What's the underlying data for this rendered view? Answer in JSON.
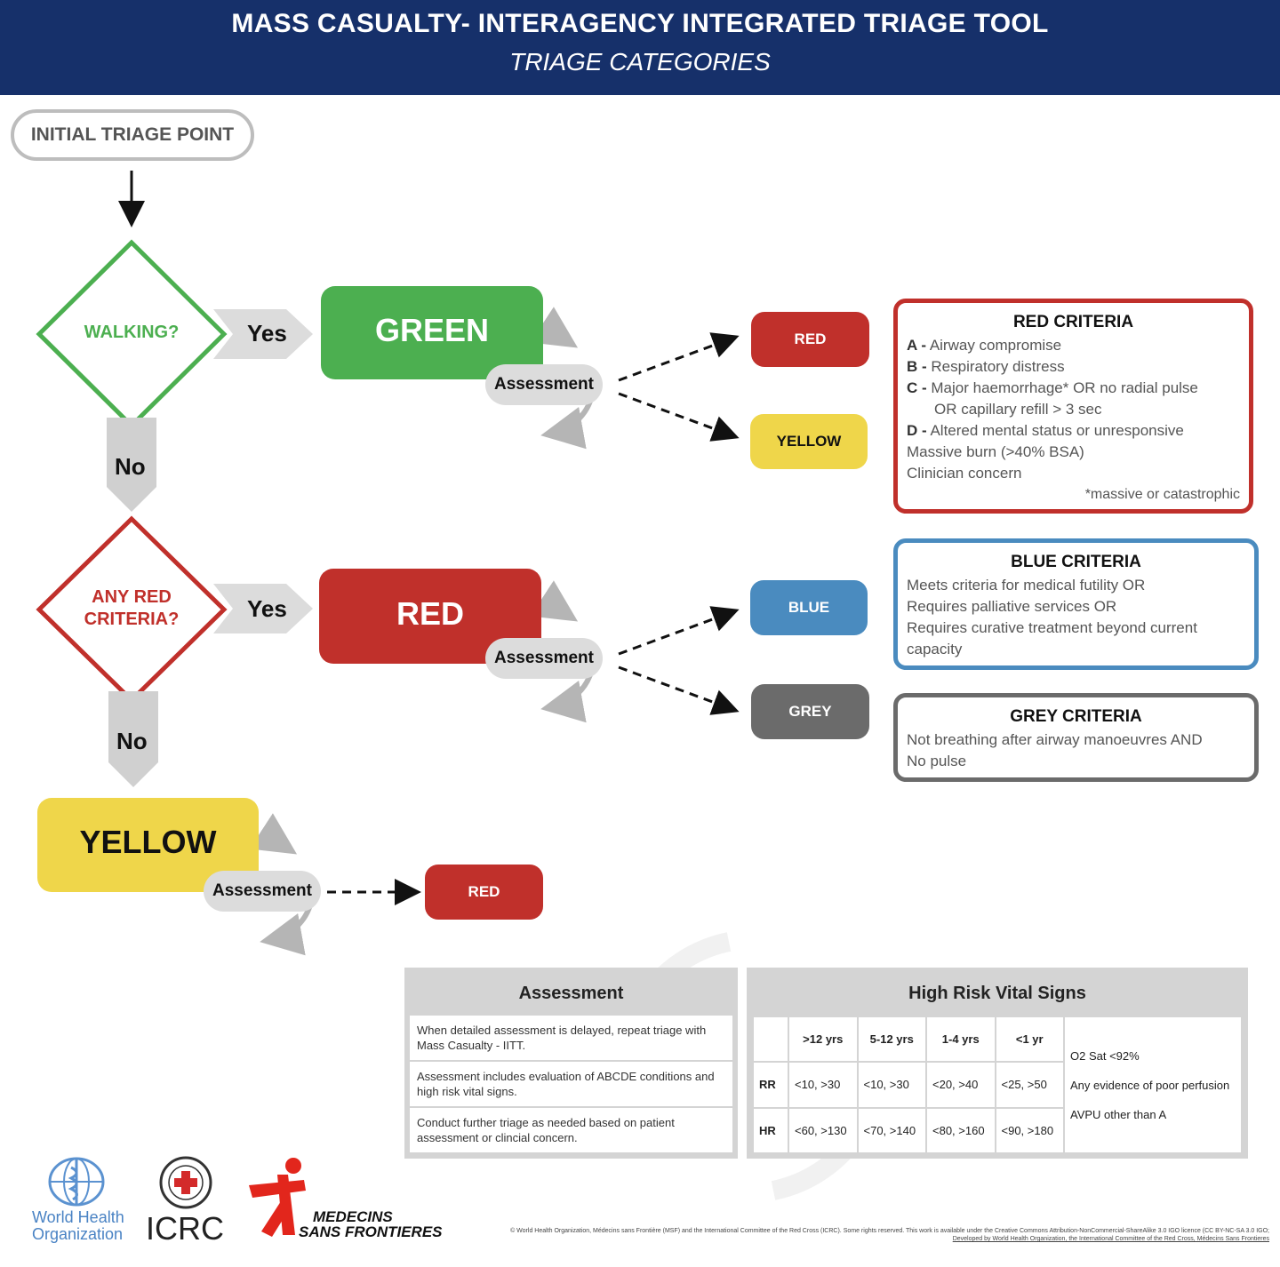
{
  "header": {
    "title": "MASS CASUALTY- INTERAGENCY INTEGRATED  TRIAGE TOOL",
    "subtitle": "TRIAGE CATEGORIES"
  },
  "start": {
    "label": "INITIAL TRIAGE POINT"
  },
  "decisions": {
    "walking": {
      "label": "WALKING?",
      "color": "#4caf50"
    },
    "red_criteria": {
      "line1": "ANY RED",
      "line2": "CRITERIA?",
      "color": "#c0302b"
    }
  },
  "flow_labels": {
    "yes1": "Yes",
    "no1": "No",
    "yes2": "Yes",
    "no2": "No"
  },
  "categories": {
    "green": {
      "label": "GREEN",
      "color": "#4caf50"
    },
    "red": {
      "label": "RED",
      "color": "#c0302b"
    },
    "yellow": {
      "label": "YELLOW",
      "color": "#efd64a"
    }
  },
  "assessment_label": "Assessment",
  "outcomes": {
    "green_to_red": "RED",
    "green_to_yellow": "YELLOW",
    "red_to_blue": "BLUE",
    "red_to_grey": "GREY",
    "yellow_to_red": "RED"
  },
  "colors": {
    "red": "#c0302b",
    "yellow": "#efd64a",
    "blue": "#4a8bbf",
    "grey": "#6b6b6b",
    "green": "#4caf50",
    "navy": "#16306a"
  },
  "red_criteria": {
    "title": "RED CRITERIA",
    "items": [
      {
        "key": "A -",
        "text": " Airway compromise"
      },
      {
        "key": "B -",
        "text": " Respiratory distress"
      },
      {
        "key": "C -",
        "text": " Major haemorrhage* OR no radial pulse"
      },
      {
        "key": "",
        "text": "OR capillary refill > 3 sec"
      },
      {
        "key": "D -",
        "text": " Altered mental status or unresponsive"
      }
    ],
    "extra1": "Massive burn (>40% BSA)",
    "extra2": "Clinician concern",
    "footnote": "*massive or catastrophic"
  },
  "blue_criteria": {
    "title": "BLUE CRITERIA",
    "line1": "Meets criteria for medical futility OR",
    "line2": "Requires palliative services OR",
    "line3": "Requires curative treatment beyond current capacity"
  },
  "grey_criteria": {
    "title": "GREY CRITERIA",
    "line1": "Not breathing after airway manoeuvres AND",
    "line2": "No pulse"
  },
  "assessment_panel": {
    "title": "Assessment",
    "rows": [
      "When detailed assessment is delayed, repeat triage with Mass Casualty - IITT.",
      "Assessment includes evaluation of ABCDE conditions and high risk vital signs.",
      "Conduct further triage as needed based on patient assessment or clincial concern."
    ]
  },
  "vitals_panel": {
    "title": "High Risk Vital Signs",
    "headers": [
      ">12 yrs",
      "5-12 yrs",
      "1-4 yrs",
      "<1 yr"
    ],
    "rows": [
      {
        "label": "RR",
        "values": [
          "<10, >30",
          "<10, >30",
          "<20, >40",
          "<25, >50"
        ]
      },
      {
        "label": "HR",
        "values": [
          "<60, >130",
          "<70, >140",
          "<80, >160",
          "<90, >180"
        ]
      }
    ],
    "notes": [
      "O2 Sat <92%",
      "Any evidence of poor perfusion",
      "AVPU other than A"
    ]
  },
  "logos": {
    "who_line1": "World Health",
    "who_line2": "Organization",
    "icrc": "ICRC",
    "msf_line1": "MEDECINS",
    "msf_line2": "SANS FRONTIERES"
  },
  "footer": {
    "line1": "© World Health Organization, Médecins sans Frontière (MSF) and the International Committee of the Red Cross (ICRC). Some rights reserved. This work is available under the Creative Commons Attribution-NonCommercial-ShareAlike 3.0 IGO licence (CC BY-NC-SA 3.0 IGO;",
    "line2": "Developed by World Health Organization, the International Committee of the Red Cross, Médecins Sans Frontieres"
  }
}
